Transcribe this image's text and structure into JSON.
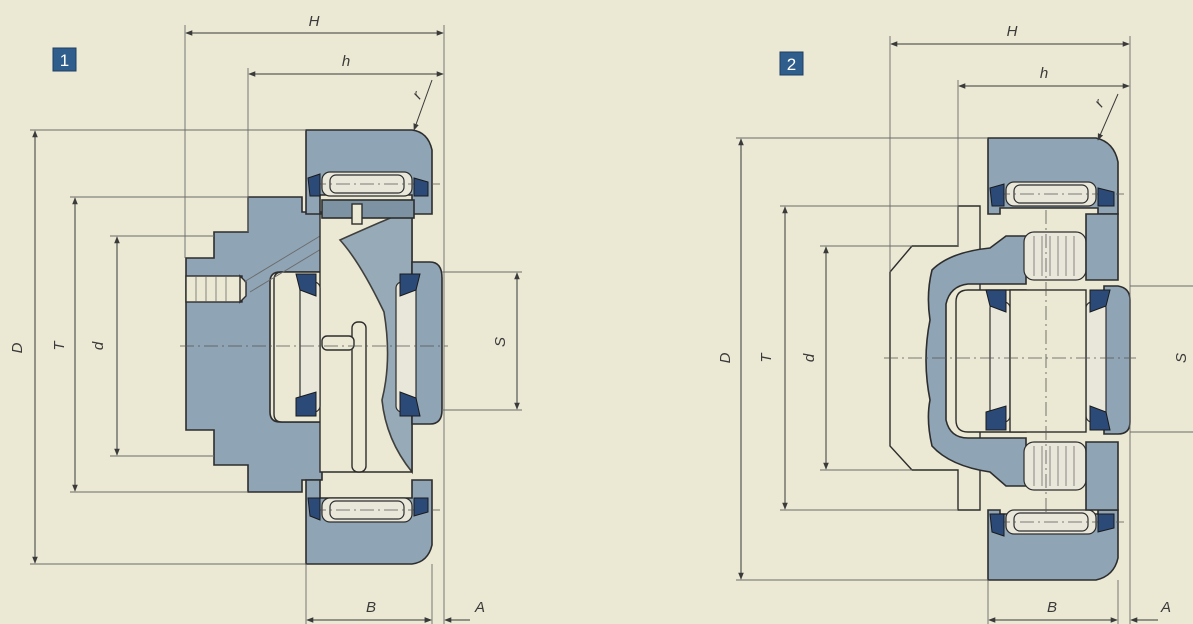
{
  "figures": [
    {
      "badge": "1",
      "labels": {
        "H": "H",
        "h": "h",
        "r": "r",
        "D": "D",
        "T": "T",
        "d": "d",
        "S": "S",
        "B": "B",
        "A": "A"
      }
    },
    {
      "badge": "2",
      "labels": {
        "H": "H",
        "h": "h",
        "r": "r",
        "D": "D",
        "T": "T",
        "d": "d",
        "S": "S",
        "B": "B",
        "A": "A"
      }
    }
  ],
  "colors": {
    "background": "#ebe8d3",
    "steel": "#8fa4b4",
    "seal": "#2c4a78",
    "badge": "#2f5d8c"
  }
}
